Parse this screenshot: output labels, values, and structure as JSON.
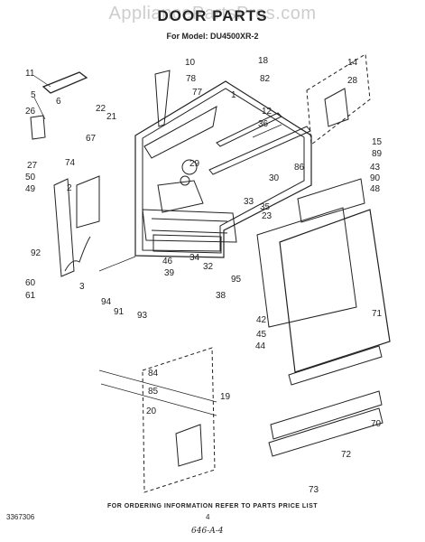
{
  "header": {
    "title": "DOOR PARTS",
    "watermark": "AppliancePartsPros.com",
    "model_line": "For Model: DU4500XR-2"
  },
  "footer": {
    "ordering_note": "FOR ORDERING INFORMATION REFER TO PARTS PRICE LIST",
    "doc_number": "3367306",
    "page_number": "4",
    "handwritten_note": "646-A-4"
  },
  "callouts": [
    "1",
    "2",
    "3",
    "5",
    "6",
    "10",
    "11",
    "12",
    "14",
    "15",
    "18",
    "19",
    "20",
    "21",
    "22",
    "23",
    "26",
    "27",
    "28",
    "29",
    "30",
    "32",
    "33",
    "34",
    "35",
    "36",
    "38",
    "39",
    "42",
    "43",
    "44",
    "45",
    "46",
    "48",
    "49",
    "50",
    "60",
    "61",
    "67",
    "70",
    "71",
    "72",
    "73",
    "74",
    "77",
    "78",
    "82",
    "84",
    "85",
    "86",
    "89",
    "90",
    "91",
    "92",
    "93",
    "94",
    "95"
  ]
}
